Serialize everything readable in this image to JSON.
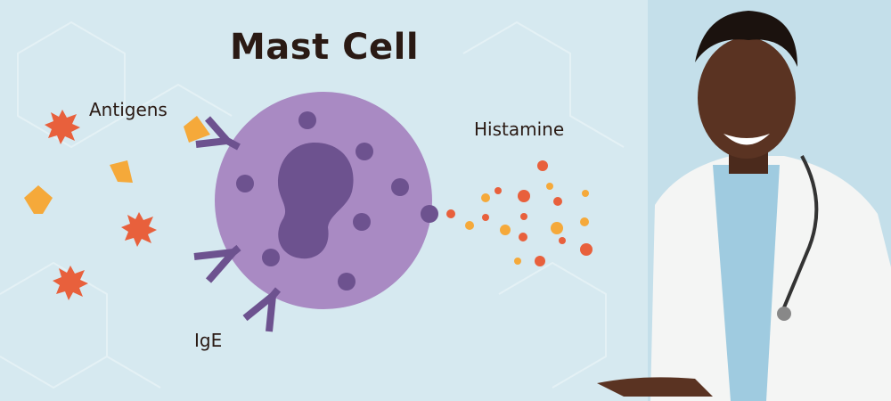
{
  "title": "Mast Cell",
  "labels": {
    "antigens": "Antigens",
    "histamine": "Histamine",
    "ige": "IgE"
  },
  "colors": {
    "background": "#d6e9f0",
    "photo_background": "#c4dfea",
    "cell": "#a98ac3",
    "nucleus": "#6d528f",
    "antigen_star": "#e8603c",
    "antigen_pentagon": "#f5a93a",
    "histamine_red": "#e8603c",
    "histamine_orange": "#f5a93a"
  }
}
